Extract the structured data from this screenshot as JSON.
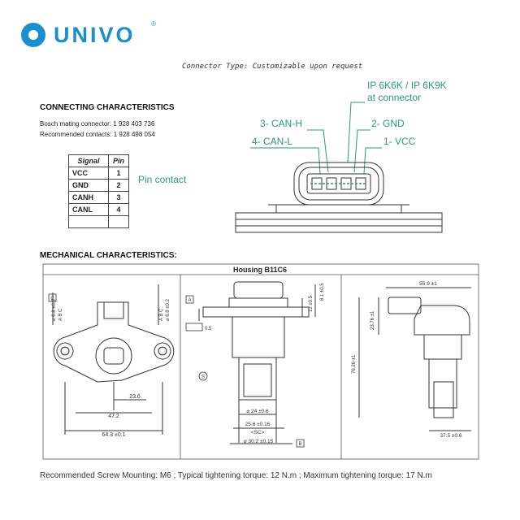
{
  "brand": {
    "name": "UNIVO",
    "reg_mark": "®",
    "color": "#1a8fd0",
    "icon": "univo-ring-icon"
  },
  "connector_type": "Connector Type: Customizable upon request",
  "connecting": {
    "heading": "CONNECTING CHARACTERISTICS",
    "mating": "Bosch mating connector: 1 928 403 736",
    "contacts": "Recommended contacts: 1 928 498 054",
    "table": {
      "headers": [
        "Signal",
        "Pin"
      ],
      "rows": [
        {
          "signal": "VCC",
          "pin": "1"
        },
        {
          "signal": "GND",
          "pin": "2"
        },
        {
          "signal": "CANH",
          "pin": "3"
        },
        {
          "signal": "CANL",
          "pin": "4"
        },
        {
          "signal": "",
          "pin": ""
        }
      ]
    },
    "pin_contact": "Pin contact"
  },
  "connector_diagram": {
    "ip_line1": "IP 6K6K / IP 6K9K",
    "ip_line2": "at connector",
    "label_can_h": "3- CAN-H",
    "label_gnd": "2- GND",
    "label_can_l": "4- CAN-L",
    "label_vcc": "1- VCC",
    "accent_color": "#2a9a7a"
  },
  "mechanical": {
    "heading": "MECHANICAL CHARACTERISTICS:",
    "housing": "Housing B11C6",
    "dims": {
      "d23_6": "23.6",
      "d47_2": "47.2",
      "d64_3": "64.3 ±0.1",
      "d8_1": "8.1 ±0.5",
      "d12": "12 ±0.5",
      "d0_5": "0.5",
      "d24": "⌀ 24 ±0.6",
      "d25_6": "25.6 ±0.16",
      "sc": "<SC>",
      "d30_2": "⌀ 30.2 ±0.15",
      "d55_9": "55.9 ±1",
      "d23_76": "23.76 ±1",
      "d76_26": "76.26 ±1",
      "d37_5": "37.5 ±0.6",
      "d6_8a": "⌀ 6.8 ±0.2",
      "d6_8b": "⌀ 6.8 ±0.2",
      "ref_abc1": "A B C",
      "ref_abc2": "A B C",
      "ref_a": "A",
      "ref_b": "B",
      "ref_c": "C",
      "ref_s": "S"
    }
  },
  "footer": "Recommended Screw Mounting: M6 ; Typical tightening torque: 12 N.m ; Maximum tightening torque: 17 N.m"
}
